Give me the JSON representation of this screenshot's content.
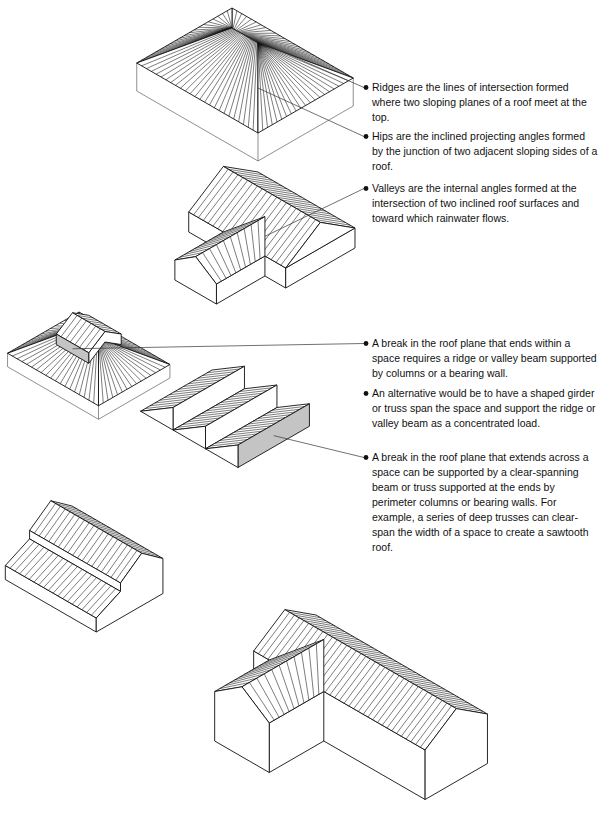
{
  "diagram": {
    "labels": [
      "Ridges are the lines of intersection formed where two sloping planes of a roof meet at the top.",
      "Hips are the inclined projecting angles formed by the junction of two adjacent sloping sides of a roof.",
      "Valleys are the internal angles formed at the intersection of two inclined roof surfaces and toward which rainwater flows.",
      "A break in the roof plane that ends within a space requires a ridge or valley beam supported by columns or a bearing wall.",
      "An alternative would be to have a shaped girder or truss span the space and support the ridge or valley beam as a concentrated load.",
      "A break in the roof plane that extends across a space can be supported by a clear-spanning beam or truss supported at the ends by perimeter columns or bearing walls. For example, a series of deep trusses can clear-span the width of a space to create a sawtooth roof."
    ]
  }
}
